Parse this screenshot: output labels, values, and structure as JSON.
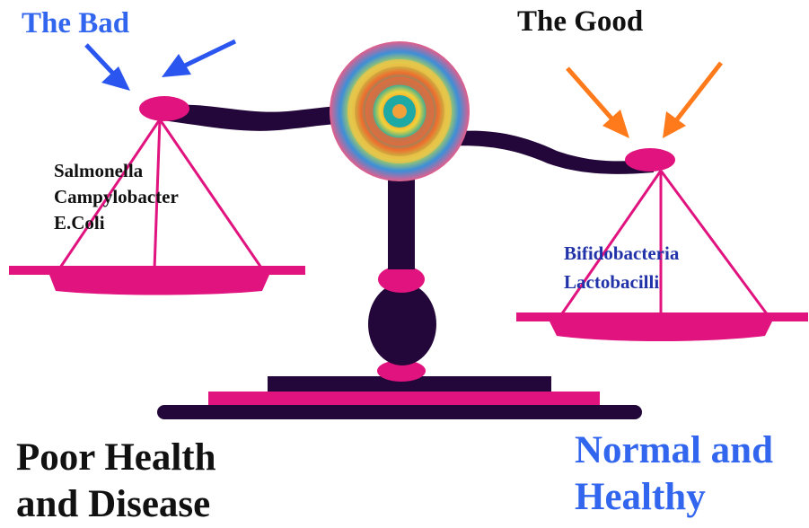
{
  "labels": {
    "bad_title": "The Bad",
    "good_title": "The Good"
  },
  "bad_bacteria": [
    "Salmonella",
    "Campylobacter",
    "E.Coli"
  ],
  "good_bacteria": [
    "Bifidobacteria",
    "Lactobacilli"
  ],
  "outcomes": {
    "left": [
      "Poor Health",
      "and Disease"
    ],
    "right": [
      "Normal and",
      "Healthy"
    ]
  },
  "colors": {
    "beam": "#24073a",
    "pink": "#e0137f",
    "bad_arrow": "#2a55ee",
    "good_arrow": "#ff7a1a",
    "bad_text": "#3366ee",
    "good_text": "#2233aa"
  }
}
